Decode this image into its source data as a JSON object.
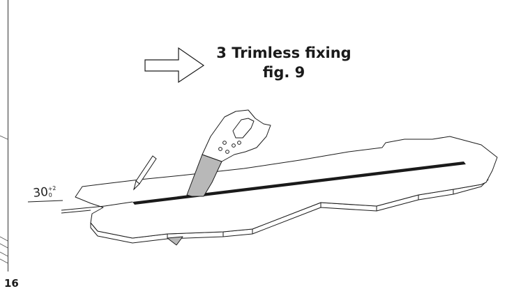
{
  "heading": {
    "line1": "3 Trimless fixing",
    "line2": "fig. 9"
  },
  "dimension": {
    "value": "30",
    "tol_upper": "+2",
    "tol_lower": "0"
  },
  "footer": {
    "page_number": "16"
  },
  "icons": {
    "direction_arrow": "right-arrow-outline-icon",
    "saw": "hand-saw-icon",
    "pencil": "pencil-icon"
  },
  "colors": {
    "line": "#1a1a1a",
    "saw_blade": "#b8b8b8"
  }
}
